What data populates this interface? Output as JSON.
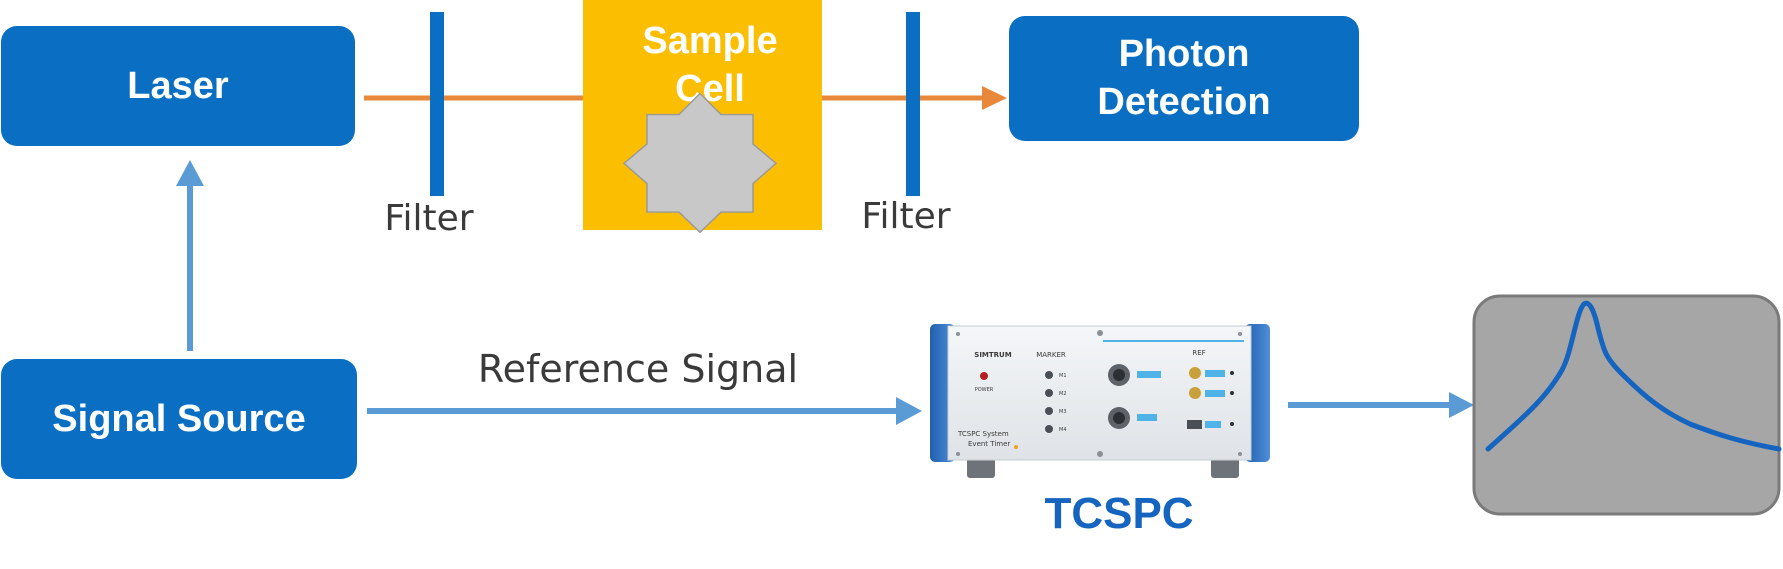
{
  "boxes": {
    "laser": "Laser",
    "photon_detection_line1": "Photon",
    "photon_detection_line2": "Detection",
    "signal_source": "Signal Source",
    "sample_cell_line1": "Sample",
    "sample_cell_line2": "Cell"
  },
  "filters": {
    "left_label": "Filter",
    "right_label": "Filter"
  },
  "connections": {
    "reference_signal_label": "Reference Signal"
  },
  "device": {
    "name": "TCSPC",
    "brand": "SIMTRUM",
    "power_label": "POWER",
    "marker_label": "MARKER",
    "marker_ports": [
      "M1",
      "M2",
      "M3",
      "M4"
    ],
    "ref_label": "REF",
    "model_line1": "TCSPC System",
    "model_line2": "Event Timer"
  },
  "colors": {
    "box_blue": "#0a6fc2",
    "beam_orange": "#e8883a",
    "sample_yellow": "#fcbe00",
    "signal_blue": "#5b9bd5",
    "display_gray": "#a6a6a6",
    "curve_blue": "#1565c0"
  }
}
